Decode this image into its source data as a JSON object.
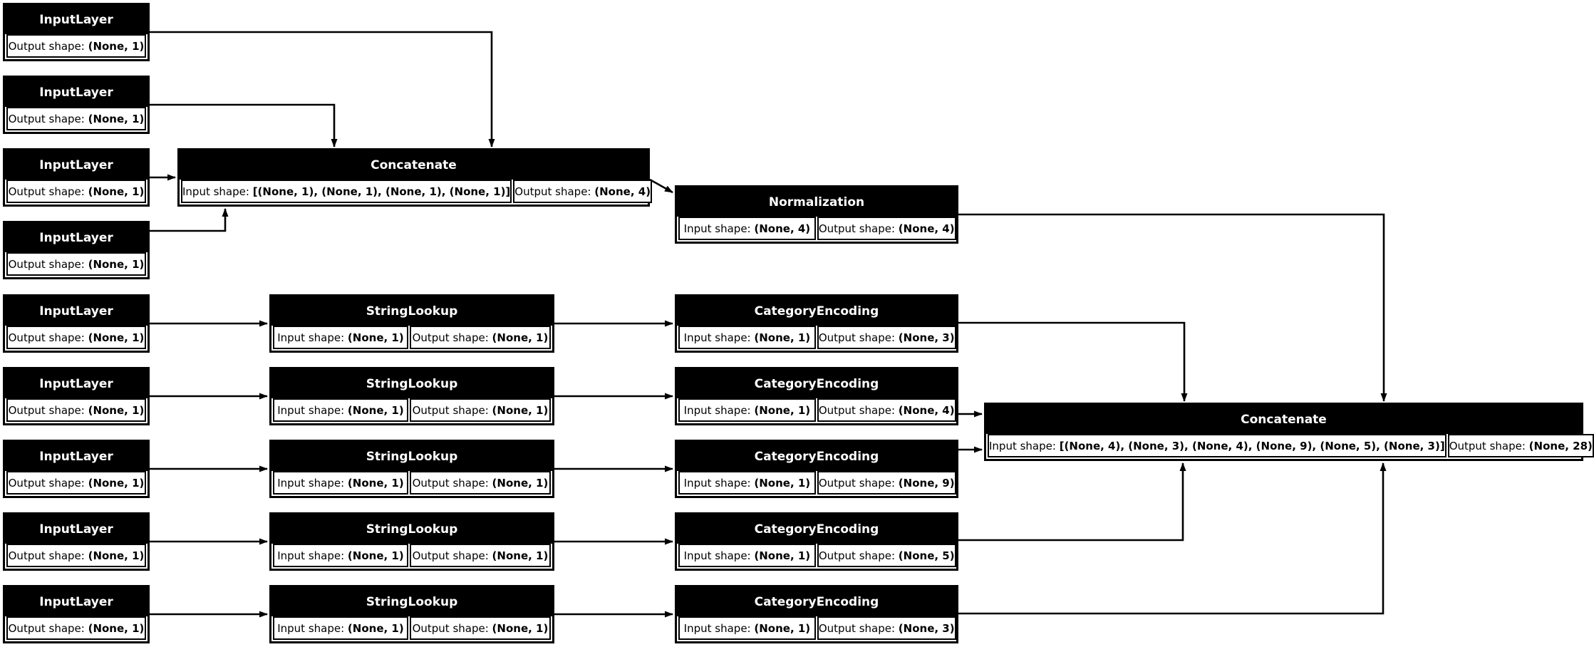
{
  "diagram": {
    "kind": "keras-model-architecture",
    "colors": {
      "background": "#ffffff",
      "node_fill": "#000000",
      "node_header_text": "#ffffff",
      "cell_fill": "#ffffff",
      "cell_text": "#000000",
      "edge": "#000000"
    }
  },
  "labels": {
    "input_prefix": "Input shape: ",
    "output_prefix": "Output shape: "
  },
  "nodes": {
    "il1": {
      "type": "InputLayer",
      "output_shape": "(None, 1)"
    },
    "il2": {
      "type": "InputLayer",
      "output_shape": "(None, 1)"
    },
    "il3": {
      "type": "InputLayer",
      "output_shape": "(None, 1)"
    },
    "il4": {
      "type": "InputLayer",
      "output_shape": "(None, 1)"
    },
    "il5": {
      "type": "InputLayer",
      "output_shape": "(None, 1)"
    },
    "il6": {
      "type": "InputLayer",
      "output_shape": "(None, 1)"
    },
    "il7": {
      "type": "InputLayer",
      "output_shape": "(None, 1)"
    },
    "il8": {
      "type": "InputLayer",
      "output_shape": "(None, 1)"
    },
    "il9": {
      "type": "InputLayer",
      "output_shape": "(None, 1)"
    },
    "concat1": {
      "type": "Concatenate",
      "input_shape": "[(None, 1), (None, 1), (None, 1), (None, 1)]",
      "output_shape": "(None, 4)"
    },
    "norm": {
      "type": "Normalization",
      "input_shape": "(None, 4)",
      "output_shape": "(None, 4)"
    },
    "sl5": {
      "type": "StringLookup",
      "input_shape": "(None, 1)",
      "output_shape": "(None, 1)"
    },
    "sl6": {
      "type": "StringLookup",
      "input_shape": "(None, 1)",
      "output_shape": "(None, 1)"
    },
    "sl7": {
      "type": "StringLookup",
      "input_shape": "(None, 1)",
      "output_shape": "(None, 1)"
    },
    "sl8": {
      "type": "StringLookup",
      "input_shape": "(None, 1)",
      "output_shape": "(None, 1)"
    },
    "sl9": {
      "type": "StringLookup",
      "input_shape": "(None, 1)",
      "output_shape": "(None, 1)"
    },
    "ce5": {
      "type": "CategoryEncoding",
      "input_shape": "(None, 1)",
      "output_shape": "(None, 3)"
    },
    "ce6": {
      "type": "CategoryEncoding",
      "input_shape": "(None, 1)",
      "output_shape": "(None, 4)"
    },
    "ce7": {
      "type": "CategoryEncoding",
      "input_shape": "(None, 1)",
      "output_shape": "(None, 9)"
    },
    "ce8": {
      "type": "CategoryEncoding",
      "input_shape": "(None, 1)",
      "output_shape": "(None, 5)"
    },
    "ce9": {
      "type": "CategoryEncoding",
      "input_shape": "(None, 1)",
      "output_shape": "(None, 3)"
    },
    "concat2": {
      "type": "Concatenate",
      "input_shape": "[(None, 4), (None, 3), (None, 4), (None, 9), (None, 5), (None, 3)]",
      "output_shape": "(None, 28)"
    }
  },
  "connections": [
    {
      "from": "il1",
      "to": "concat1"
    },
    {
      "from": "il2",
      "to": "concat1"
    },
    {
      "from": "il3",
      "to": "concat1"
    },
    {
      "from": "il4",
      "to": "concat1"
    },
    {
      "from": "concat1",
      "to": "norm"
    },
    {
      "from": "norm",
      "to": "concat2"
    },
    {
      "from": "il5",
      "to": "sl5"
    },
    {
      "from": "il6",
      "to": "sl6"
    },
    {
      "from": "il7",
      "to": "sl7"
    },
    {
      "from": "il8",
      "to": "sl8"
    },
    {
      "from": "il9",
      "to": "sl9"
    },
    {
      "from": "sl5",
      "to": "ce5"
    },
    {
      "from": "sl6",
      "to": "ce6"
    },
    {
      "from": "sl7",
      "to": "ce7"
    },
    {
      "from": "sl8",
      "to": "ce8"
    },
    {
      "from": "sl9",
      "to": "ce9"
    },
    {
      "from": "ce5",
      "to": "concat2"
    },
    {
      "from": "ce6",
      "to": "concat2"
    },
    {
      "from": "ce7",
      "to": "concat2"
    },
    {
      "from": "ce8",
      "to": "concat2"
    },
    {
      "from": "ce9",
      "to": "concat2"
    }
  ]
}
